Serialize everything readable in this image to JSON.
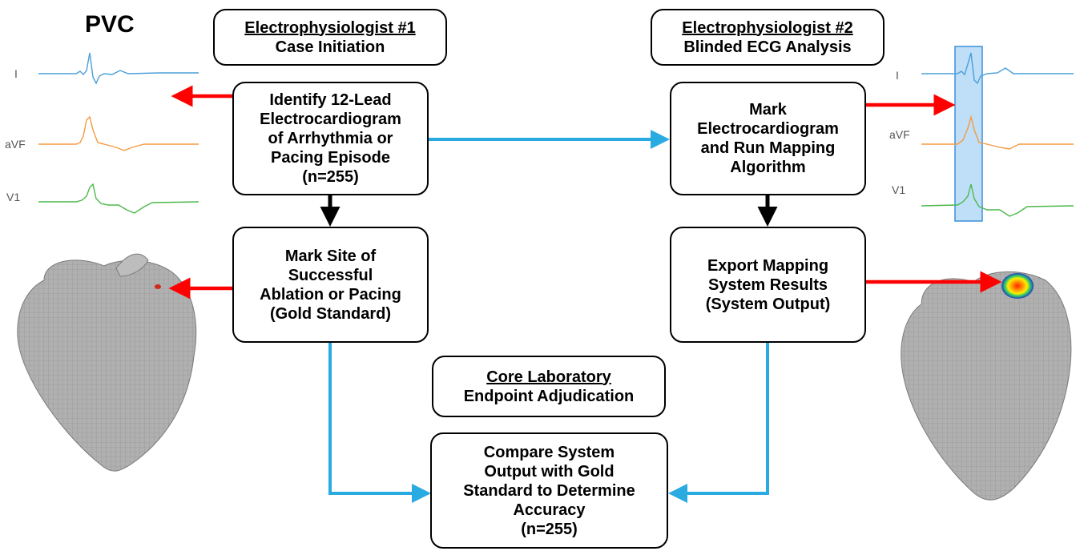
{
  "colors": {
    "arrow_red": "#ff0000",
    "arrow_blue": "#29abe2",
    "arrow_black": "#000000",
    "trace_blue": "#4a9fd8",
    "trace_orange": "#f59a42",
    "trace_green": "#4cb84c",
    "highlight_fill": "#a9d4f5",
    "highlight_stroke": "#3b8fd9",
    "heart_fill": "#a9a9a9"
  },
  "left_panel": {
    "title": "PVC",
    "leads": [
      "I",
      "aVF",
      "V1"
    ]
  },
  "right_panel": {
    "leads": [
      "I",
      "aVF",
      "V1"
    ]
  },
  "boxes": {
    "ep1": {
      "heading": "Electrophysiologist #1",
      "subheading": "Case Initiation"
    },
    "ep2": {
      "heading": "Electrophysiologist #2",
      "subheading": "Blinded ECG Analysis"
    },
    "identify": {
      "lines": [
        "Identify 12-Lead",
        "Electrocardiogram",
        "of Arrhythmia or",
        "Pacing Episode",
        "(n=255)"
      ]
    },
    "mark_ecg": {
      "lines": [
        "Mark",
        "Electrocardiogram",
        "and Run Mapping",
        "Algorithm"
      ]
    },
    "mark_site": {
      "lines": [
        "Mark Site of",
        "Successful",
        "Ablation or Pacing",
        "(Gold Standard)"
      ]
    },
    "export": {
      "lines": [
        "Export Mapping",
        "System Results",
        "(System Output)"
      ]
    },
    "core": {
      "heading": "Core Laboratory",
      "subheading": "Endpoint Adjudication"
    },
    "compare": {
      "lines": [
        "Compare System",
        "Output with Gold",
        "Standard to Determine",
        "Accuracy",
        "(n=255)"
      ]
    }
  }
}
